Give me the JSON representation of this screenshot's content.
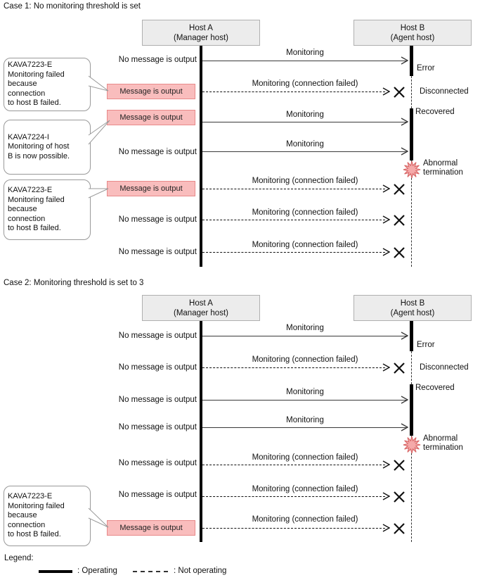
{
  "case1": {
    "title": "Case 1: No monitoring threshold is set",
    "host_a": {
      "name": "Host A",
      "role": "(Manager host)"
    },
    "host_b": {
      "name": "Host B",
      "role": "(Agent host)"
    },
    "rows": [
      {
        "left": "No message is output",
        "arrow": "Monitoring",
        "right": "Error"
      },
      {
        "left": "Message is output",
        "arrow": "Monitoring (connection failed)",
        "right": "Disconnected"
      },
      {
        "left": "Message is output",
        "arrow": "Monitoring",
        "right": "Recovered"
      },
      {
        "left": "No message is output",
        "arrow": "Monitoring",
        "right": "Abnormal\ntermination"
      },
      {
        "left": "Message is output",
        "arrow": "Monitoring (connection failed)"
      },
      {
        "left": "No message is output",
        "arrow": "Monitoring (connection failed)"
      },
      {
        "left": "No message is output",
        "arrow": "Monitoring (connection failed)"
      }
    ],
    "callouts": [
      {
        "text": "KAVA7223-E\nMonitoring failed\nbecause\nconnection\nto host B failed."
      },
      {
        "text": "KAVA7224-I\nMonitoring of host\nB is now possible."
      },
      {
        "text": "KAVA7223-E\nMonitoring failed\nbecause\nconnection\nto host B failed."
      }
    ]
  },
  "case2": {
    "title": "Case 2: Monitoring threshold is set to 3",
    "host_a": {
      "name": "Host A",
      "role": "(Manager host)"
    },
    "host_b": {
      "name": "Host B",
      "role": "(Agent host)"
    },
    "rows": [
      {
        "left": "No message is output",
        "arrow": "Monitoring",
        "right": "Error"
      },
      {
        "left": "No message is output",
        "arrow": "Monitoring (connection failed)",
        "right": "Disconnected"
      },
      {
        "left": "No message is output",
        "arrow": "Monitoring",
        "right": "Recovered"
      },
      {
        "left": "No message is output",
        "arrow": "Monitoring",
        "right": "Abnormal\ntermination"
      },
      {
        "left": "No message is output",
        "arrow": "Monitoring (connection failed)"
      },
      {
        "left": "No message is output",
        "arrow": "Monitoring (connection failed)"
      },
      {
        "left": "Message is output",
        "arrow": "Monitoring (connection failed)"
      }
    ],
    "callouts": [
      {
        "text": "KAVA7223-E\nMonitoring failed\nbecause\nconnection\nto host B failed."
      }
    ]
  },
  "legend": {
    "label": "Legend:",
    "operating": ": Operating",
    "not_operating": ": Not operating"
  },
  "colors": {
    "host_box_fill": "#ececec",
    "host_box_border": "#b0b0b0",
    "message_box_fill": "#f9bdbd",
    "message_box_border": "#e88a8a",
    "burst_fill": "#f5a9a9",
    "burst_border": "#d96a6a"
  }
}
